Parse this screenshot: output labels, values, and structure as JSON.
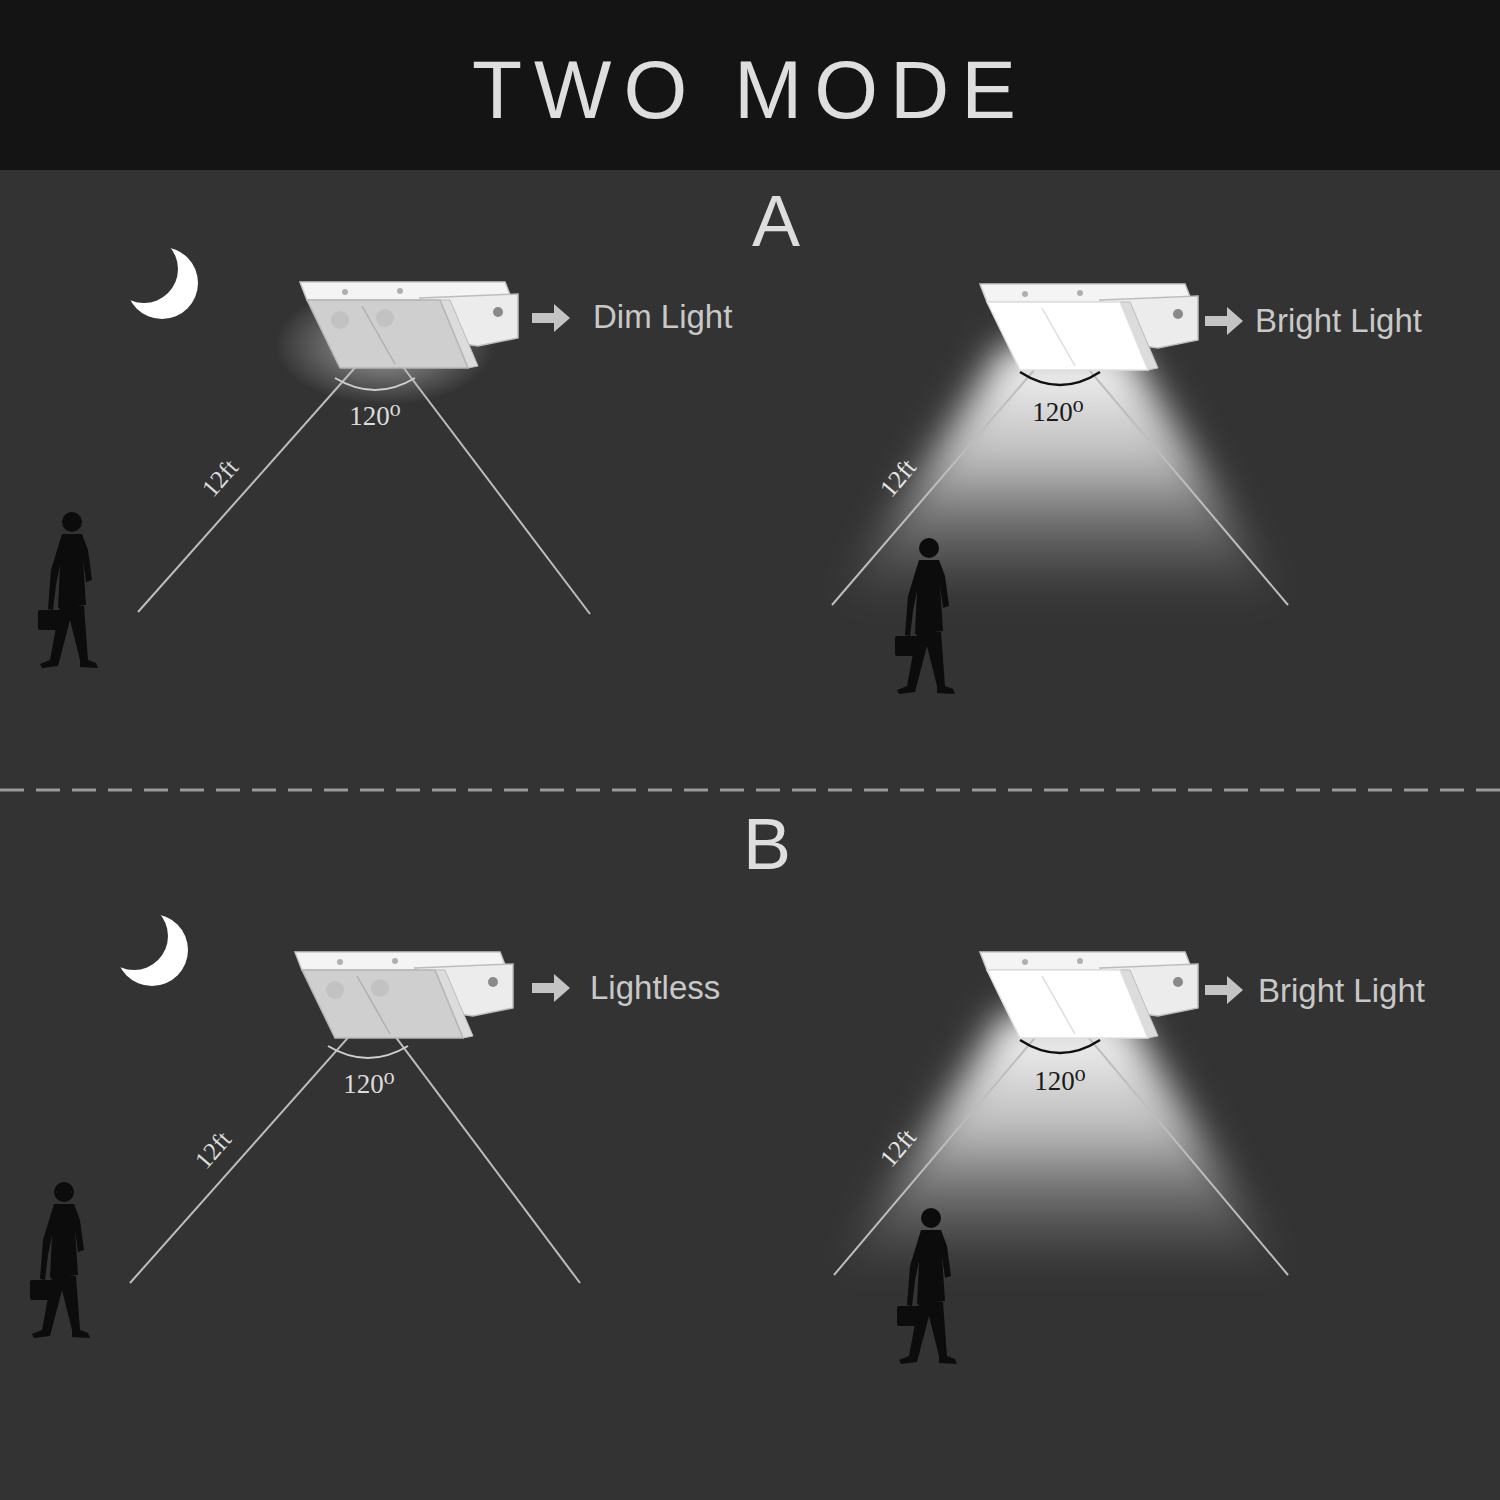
{
  "diagram": {
    "title": "TWO MODE",
    "labels": [
      "A",
      "Dim Light",
      "120⁰",
      "12ft",
      "Bright Light",
      "120⁰",
      "12ft",
      "B",
      "Lightless",
      "120⁰",
      "12ft",
      "Bright Light",
      "120⁰",
      "12ft"
    ]
  }
}
